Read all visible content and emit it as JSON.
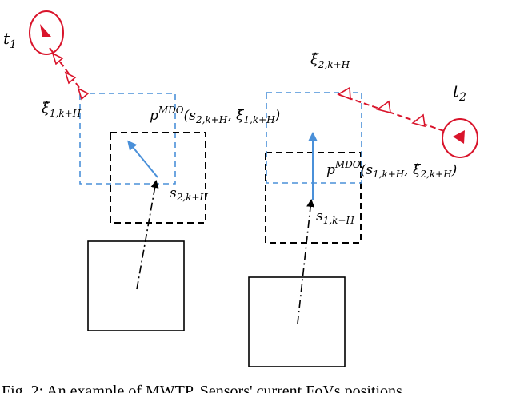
{
  "diagram": {
    "colors": {
      "target": "#d9142b",
      "predicted_fov": "#4a90d9",
      "current_fov": "#000000",
      "sensor_heading": "#4a90d9"
    },
    "labels": {
      "t1_base": "t",
      "t1_sub": "1",
      "t2_base": "t",
      "t2_sub": "2",
      "xi1_base": "ξ̂",
      "xi1_sub": "1,k+H",
      "xi2_base": "ξ̂",
      "xi2_sub": "2,k+H",
      "s2_base": "s",
      "s2_sub": "2,k+H",
      "s1_base": "s",
      "s1_sub": "1,k+H",
      "pmdo1_base": "p",
      "pmdo1_sup": "MDO",
      "pmdo1_args": "(s",
      "pmdo1_args_sub": "2,k+H",
      "pmdo1_args2": ", ξ̂",
      "pmdo1_args2_sub": "1,k+H",
      "pmdo1_close": ")",
      "pmdo2_base": "p",
      "pmdo2_sup": "MDO",
      "pmdo2_args": "(s",
      "pmdo2_args_sub": "1,k+H",
      "pmdo2_args2": ", ξ̂",
      "pmdo2_args2_sub": "2,k+H",
      "pmdo2_close": ")"
    },
    "caption": "Fig. 2: An example of MWTP. Sensors' current FoVs positions"
  }
}
